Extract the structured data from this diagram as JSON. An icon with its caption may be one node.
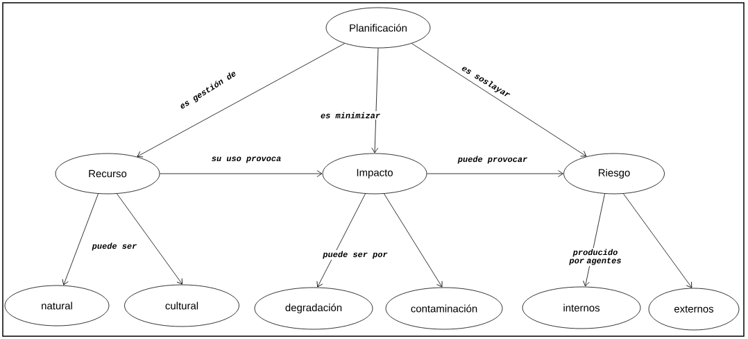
{
  "diagram": {
    "nodes": [
      {
        "text": [
          "Planificación"
        ]
      },
      {
        "text": [
          "Recurso"
        ]
      },
      {
        "text": [
          "Impacto"
        ]
      },
      {
        "text": [
          "Riesgo"
        ]
      },
      {
        "text": [
          "natural"
        ]
      },
      {
        "text": [
          "cultural"
        ]
      },
      {
        "text": [
          "degradación"
        ]
      },
      {
        "text": [
          "contaminación"
        ]
      },
      {
        "text": [
          "internos"
        ]
      },
      {
        "text": [
          "externos"
        ]
      }
    ],
    "edges": [
      {
        "from": 0,
        "to": 1,
        "arrow": "to",
        "label": "es gestión de"
      },
      {
        "from": 0,
        "to": 2,
        "arrow": "to",
        "label": "es minimizar"
      },
      {
        "from": 0,
        "to": 3,
        "arrow": "to",
        "label": "es soslayar"
      },
      {
        "from": 1,
        "to": 2,
        "arrow": "to",
        "label": "su uso provoca"
      },
      {
        "from": 2,
        "to": 3,
        "arrow": "to",
        "label": "puede provocar"
      },
      {
        "from": 1,
        "to": 4,
        "arrow": "to",
        "label": "puede ser"
      },
      {
        "from": 1,
        "to": 5,
        "arrow": "to"
      },
      {
        "from": 2,
        "to": 6,
        "arrow": "to",
        "label": "puede ser por"
      },
      {
        "from": 2,
        "to": 7,
        "arrow": "to"
      },
      {
        "from": 3,
        "to": 8,
        "arrow": "to",
        "label": "producido por agentes"
      },
      {
        "from": 3,
        "to": 9,
        "arrow": "to"
      }
    ]
  }
}
